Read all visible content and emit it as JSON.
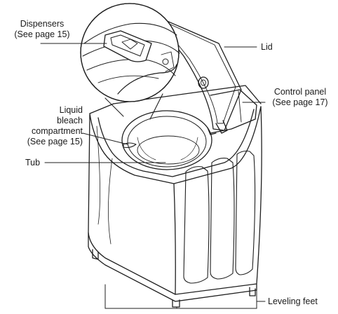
{
  "labels": {
    "dispensers": [
      "Dispensers",
      "(See page 15)"
    ],
    "lid": "Lid",
    "control_panel": [
      "Control panel",
      "(See page 17)"
    ],
    "liquid_bleach": [
      "Liquid",
      "bleach",
      "compartment",
      "(See page 15)"
    ],
    "tub": "Tub",
    "leveling_feet": "Leveling feet"
  }
}
